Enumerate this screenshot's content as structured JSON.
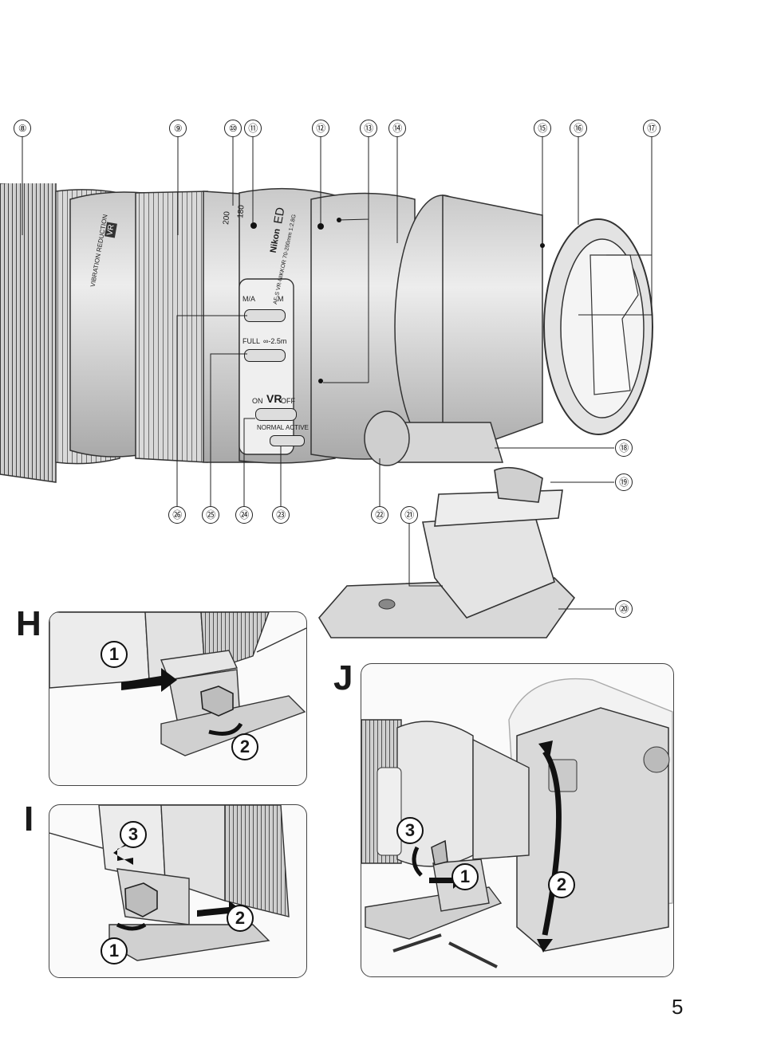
{
  "callouts": {
    "c8": "⑧",
    "c9": "⑨",
    "c10": "⑩",
    "c11": "⑪",
    "c12": "⑫",
    "c13": "⑬",
    "c14": "⑭",
    "c15": "⑮",
    "c16": "⑯",
    "c17": "⑰",
    "c18": "⑱",
    "c19": "⑲",
    "c20": "⑳",
    "c21": "㉑",
    "c22": "㉒",
    "c23": "㉓",
    "c24": "㉔",
    "c25": "㉕",
    "c26": "㉖"
  },
  "lens_labels": {
    "vr_badge": "VR",
    "vr_text": "VIBRATION REDUCTION",
    "focal_200": "200",
    "focal_180": "180",
    "ed": "ED",
    "brand": "Nikon",
    "model": "AF-S VR-NIKKOR 70-200mm 1:2.8G",
    "ma": "M/A",
    "m": "M",
    "full": "FULL",
    "limit": "∞-2.5m",
    "on": "ON",
    "vr": "VR",
    "off": "OFF",
    "normal": "NORMAL",
    "active": "ACTIVE"
  },
  "panels": {
    "h": {
      "letter": "H",
      "step1": "1",
      "step2": "2"
    },
    "i": {
      "letter": "I",
      "step1": "1",
      "step2": "2",
      "step3": "3"
    },
    "j": {
      "letter": "J",
      "step1": "1",
      "step2": "2",
      "step3": "3"
    }
  },
  "page_number": "5"
}
